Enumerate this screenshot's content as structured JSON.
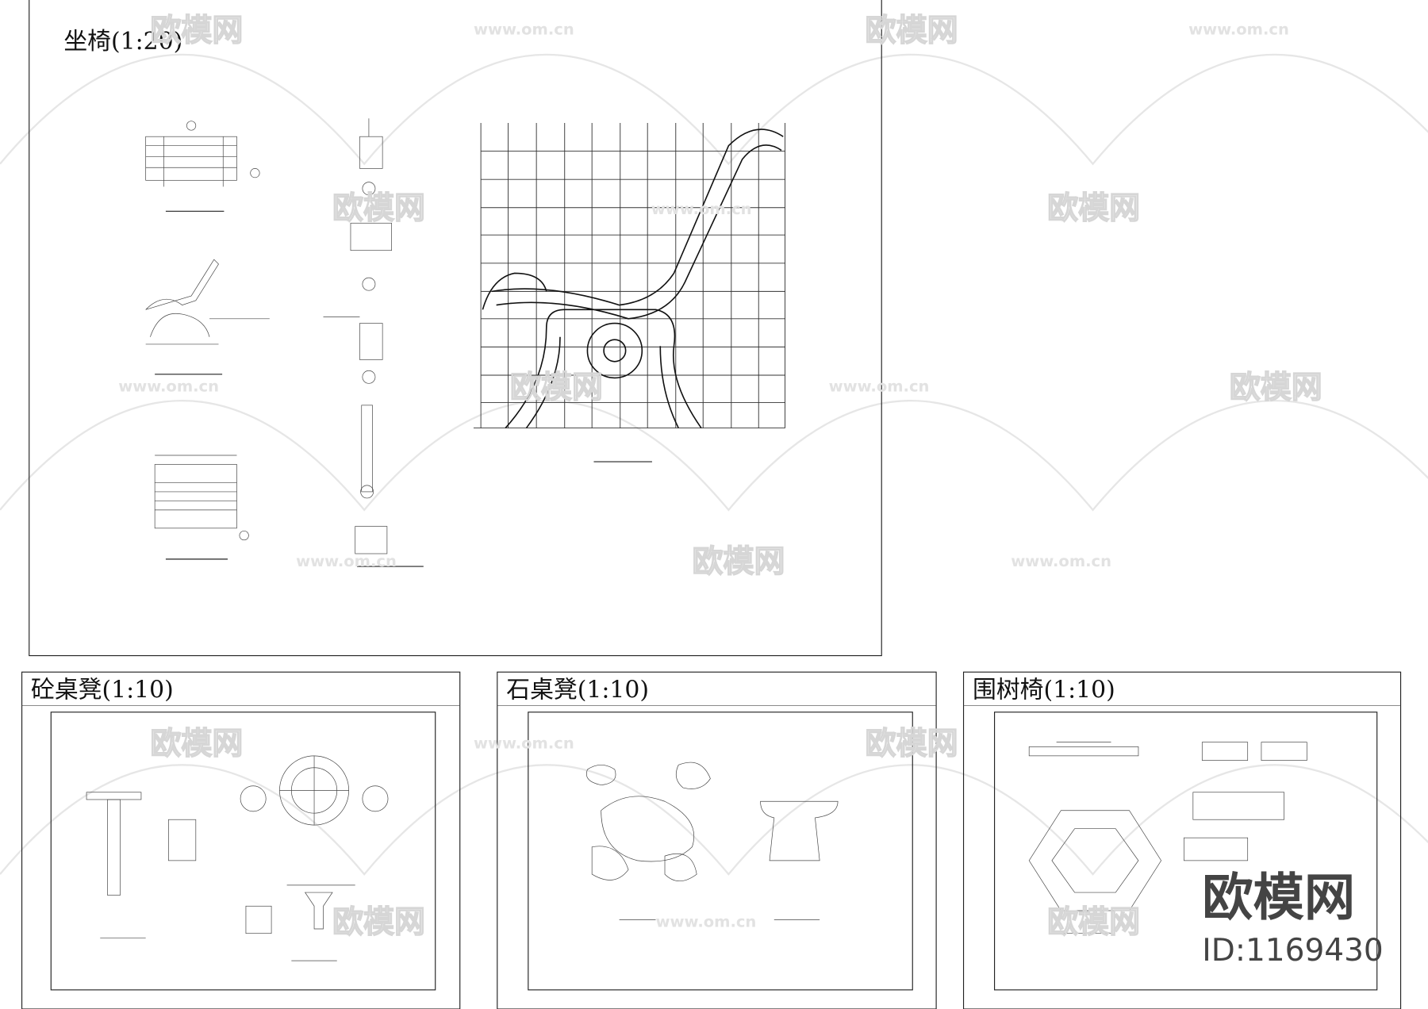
{
  "panels": {
    "bench": {
      "title": "坐椅(1:20)"
    },
    "concrete_table": {
      "title": "砼桌凳(1:10)"
    },
    "stone_table": {
      "title": "石桌凳(1:10)"
    },
    "tree_bench": {
      "title": "围树椅(1:10)"
    }
  },
  "watermark": {
    "brand": "欧模网",
    "url": "www.om.cn",
    "id": "ID:1169430"
  }
}
